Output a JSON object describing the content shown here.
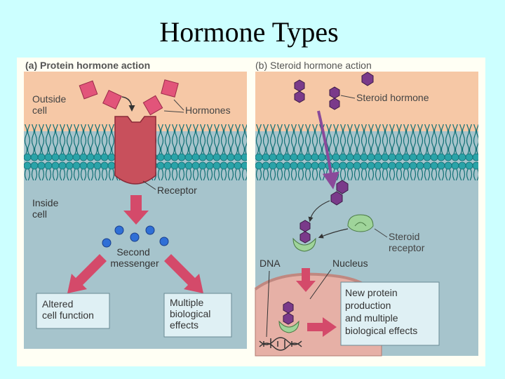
{
  "slide": {
    "title": "Hormone Types"
  },
  "panel_a": {
    "heading": "(a) Protein hormone action",
    "outside_cell": [
      "Outside",
      "cell"
    ],
    "hormones": "Hormones",
    "receptor": "Receptor",
    "inside_cell": [
      "Inside",
      "cell"
    ],
    "second_messenger": [
      "Second",
      "messenger"
    ],
    "altered": [
      "Altered",
      "cell function"
    ],
    "multiple": [
      "Multiple",
      "biological",
      "effects"
    ]
  },
  "panel_b": {
    "heading": "(b) Steroid hormone action",
    "steroid_hormone": "Steroid hormone",
    "steroid_receptor": [
      "Steroid",
      "receptor"
    ],
    "dna": "DNA",
    "nucleus": "Nucleus",
    "new_protein": [
      "New protein",
      "production",
      "and multiple",
      "biological effects"
    ]
  },
  "colors": {
    "background": "#ccffff",
    "outside": "#f6c8a6",
    "inside": "#a6c4cc",
    "membrane": "#3aa6a8",
    "hormone": "#e2547a",
    "receptor": "#c8505c",
    "messenger": "#2f6fd6",
    "steroid": "#7a3a8a",
    "steroid_receptor": "#9fd49a",
    "nucleus": "#e6b0a6",
    "arrow": "#d44a6a"
  }
}
